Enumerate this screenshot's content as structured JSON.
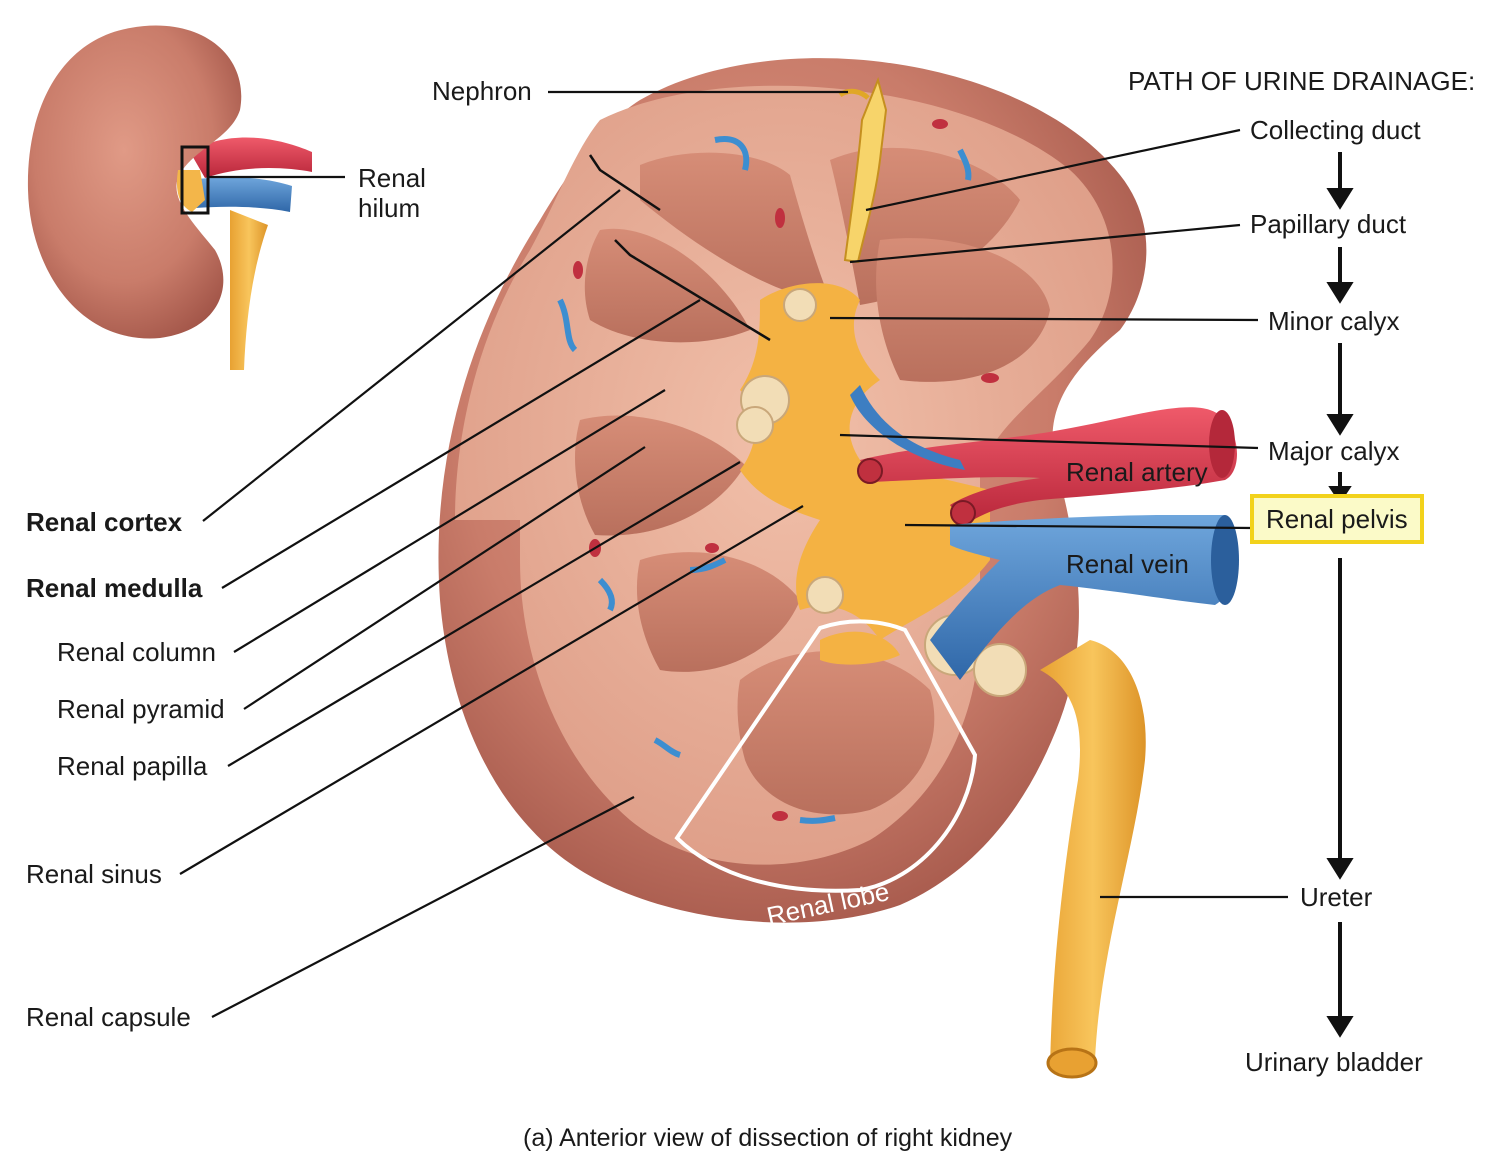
{
  "labels": {
    "nephron": "Nephron",
    "renal_hilum_l1": "Renal",
    "renal_hilum_l2": "hilum",
    "renal_cortex": "Renal cortex",
    "renal_medulla": "Renal medulla",
    "renal_column": "Renal column",
    "renal_pyramid": "Renal pyramid",
    "renal_papilla": "Renal papilla",
    "renal_sinus": "Renal sinus",
    "renal_capsule": "Renal capsule",
    "renal_artery": "Renal artery",
    "renal_vein": "Renal vein",
    "renal_lobe": "Renal lobe"
  },
  "path": {
    "title": "PATH OF URINE DRAINAGE:",
    "steps": [
      "Collecting duct",
      "Papillary duct",
      "Minor calyx",
      "Major calyx",
      "Renal pelvis",
      "Ureter",
      "Urinary bladder"
    ],
    "highlighted": "Renal pelvis"
  },
  "caption": "(a) Anterior view of dissection of right kidney",
  "colors": {
    "highlight_border": "#f2d21b",
    "highlight_fill": "#fbfac8",
    "kidney": "#c97c6a",
    "cortex": "#e2a58f",
    "medulla": "#c98571",
    "pelvis": "#f6b844",
    "artery": "#d9364a",
    "vein": "#3d7ec2"
  }
}
